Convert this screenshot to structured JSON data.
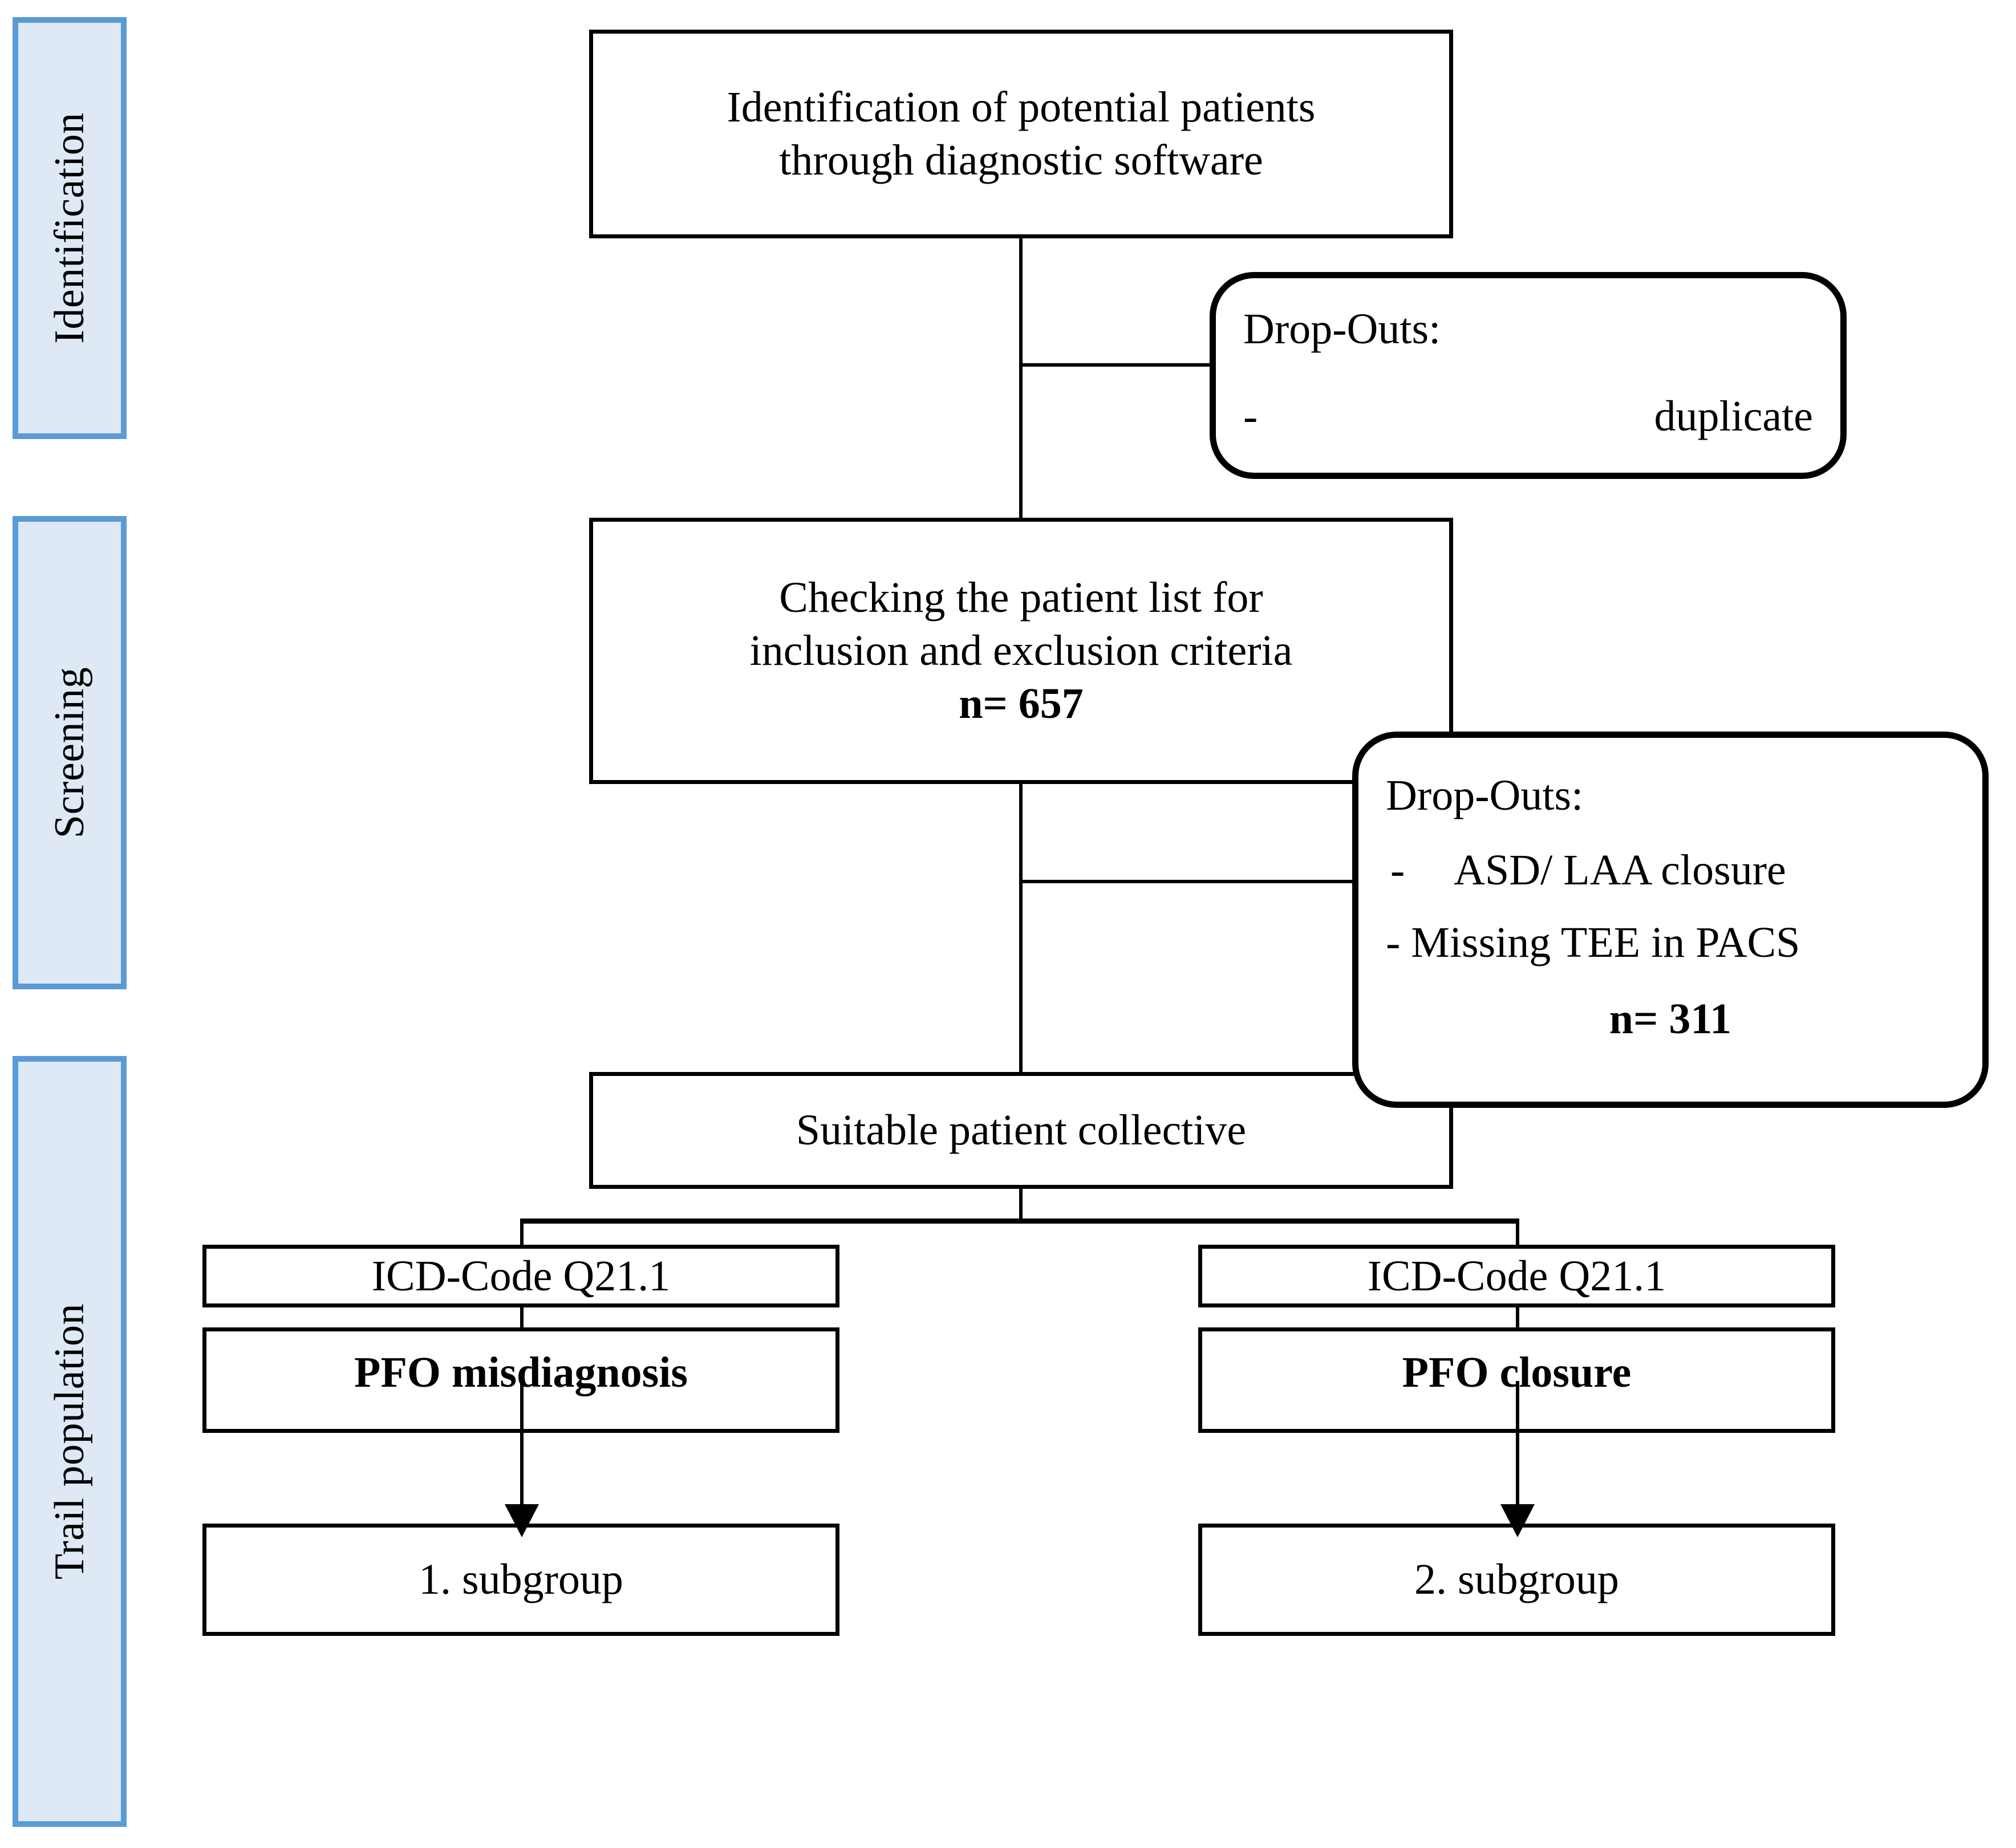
{
  "stages": [
    {
      "label": "Identification"
    },
    {
      "label": "Screening"
    },
    {
      "label": "Trail population"
    }
  ],
  "flow": {
    "identification_box": {
      "line1": "Identification of potential patients",
      "line2": "through diagnostic software"
    },
    "dropouts_1": {
      "title": "Drop-Outs:",
      "bullet_marker": "-",
      "bullet_text": "duplicate"
    },
    "screening_box": {
      "line1": "Checking the patient list for",
      "line2": "inclusion and exclusion criteria",
      "count": "n= 657"
    },
    "dropouts_2": {
      "title": "Drop-Outs:",
      "bullet1_marker": "-",
      "bullet1_text": "ASD/ LAA closure",
      "bullet2": "- Missing TEE in PACS",
      "count": "n= 311"
    },
    "suitable_box": {
      "label": "Suitable patient collective"
    },
    "left_branch": {
      "icd": "ICD-Code Q21.1",
      "group": "PFO misdiagnosis",
      "subgroup": "1. subgroup"
    },
    "right_branch": {
      "icd": "ICD-Code Q21.1",
      "group": "PFO closure",
      "subgroup": "2. subgroup"
    }
  },
  "colors": {
    "stage_fill": "#dee9f5",
    "stage_border": "#5b9bd5",
    "box_border": "#000000",
    "text": "#000000",
    "canvas": "#ffffff"
  }
}
